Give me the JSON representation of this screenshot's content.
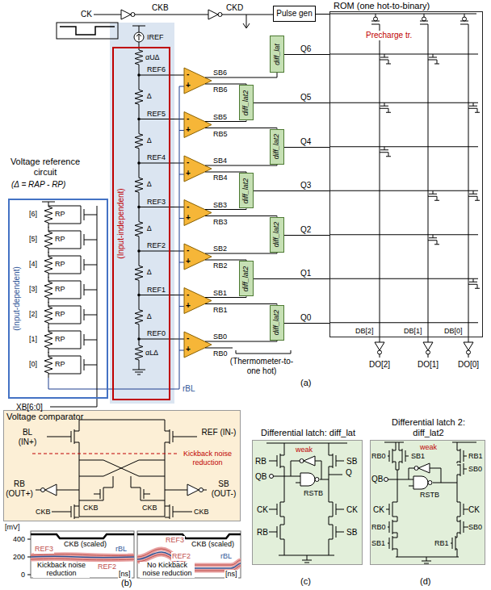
{
  "diagram": {
    "nodes": [
      {
        "text": [
          "Pulse gen"
        ]
      },
      {
        "text": [
          "ROM (one hot-to-binary)"
        ]
      },
      {
        "text": [
          "(Input-dependent)"
        ]
      },
      {
        "text": [
          "(Input-independent)"
        ]
      },
      {
        "text": [
          "diff_lat"
        ]
      },
      {
        "text": [
          "diff_lat2"
        ]
      },
      {
        "text": [
          "diff_lat2"
        ]
      },
      {
        "text": [
          "diff_lat2"
        ]
      },
      {
        "text": [
          "diff_lat2"
        ]
      },
      {
        "text": [
          "diff_lat2"
        ]
      },
      {
        "text": [
          "diff_lat2"
        ]
      },
      {
        "text": [
          "Voltage comparator"
        ]
      },
      {
        "text": [
          "Differential latch: diff_lat"
        ]
      },
      {
        "text": [
          "Differential latch 2: diff_lat2"
        ]
      }
    ],
    "edges": [
      {
        "from": 0,
        "to": 1,
        "arrow": "none"
      },
      {
        "from": 4,
        "to": 1,
        "label": "Q6",
        "arrow": "none"
      },
      {
        "from": 5,
        "to": 1,
        "label": "Q5",
        "arrow": "none"
      },
      {
        "from": 6,
        "to": 1,
        "label": "Q4",
        "arrow": "none"
      },
      {
        "from": 7,
        "to": 1,
        "label": "Q3",
        "arrow": "none"
      },
      {
        "from": 8,
        "to": 1,
        "label": "Q2",
        "arrow": "none"
      },
      {
        "from": 9,
        "to": 1,
        "label": "Q1",
        "arrow": "none"
      },
      {
        "from": 10,
        "to": 1,
        "label": "Q0",
        "arrow": "none"
      }
    ],
    "labels": [
      "CK",
      "CKB",
      "CKD",
      "Precharge tr.",
      "IREF",
      "αU∆",
      "REF6",
      "∆",
      "REF5",
      "∆",
      "REF4",
      "∆",
      "REF3",
      "∆",
      "REF2",
      "∆",
      "REF1",
      "∆",
      "REF0",
      "αL∆",
      "Voltage reference circuit",
      "(Δ = RAP - RP)",
      "[6]",
      "RP",
      "[5]",
      "RP",
      "[4]",
      "RP",
      "[3]",
      "RP",
      "[2]",
      "RP",
      "[1]",
      "RP",
      "[0]",
      "RP",
      "XB[6:0]",
      "-",
      "+",
      "SB6",
      "RB6",
      "-",
      "+",
      "SB5",
      "RB5",
      "-",
      "+",
      "SB4",
      "RB4",
      "-",
      "+",
      "SB3",
      "RB3",
      "-",
      "+",
      "SB2",
      "RB2",
      "-",
      "+",
      "SB1",
      "RB1",
      "-",
      "+",
      "SB0",
      "RB0",
      "rBL",
      "DB[2]",
      "DB[1]",
      "DB[0]",
      "DO[2]",
      "DO[1]",
      "DO[0]",
      "(Thermometer-to-one hot)",
      "(a)",
      "BL (IN+)",
      "REF (IN-)",
      "Kickback noise reduction",
      "CKB",
      "CKB",
      "RB (OUT+)",
      "SB (OUT-)",
      "CKB",
      "CKB",
      "[mV]",
      "400",
      "200",
      "0",
      "CKB (scaled)",
      "REF3",
      "rBL",
      "REF2",
      "Kickback noise reduction",
      "[ns]",
      "CKB (scaled)",
      "REF3",
      "REF2",
      "rBL",
      "No Kickback noise reduction",
      "[ns]",
      "(b)",
      "RB",
      "SB",
      "weak",
      "QB",
      "Q",
      "RSTB",
      "CK",
      "CK",
      "RB",
      "SB",
      "(c)",
      "RB0",
      "SB1",
      "RB1",
      "weak",
      "SB0",
      "QB",
      "RSTB",
      "CK",
      "CK",
      "RB0",
      "SB0",
      "SB1",
      "RB1",
      "(d)"
    ]
  }
}
